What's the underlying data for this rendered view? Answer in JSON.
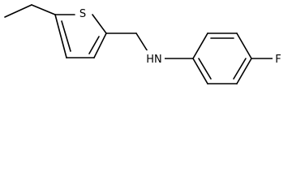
{
  "structure": {
    "atoms": {
      "sulfur": "S",
      "amine": "HN",
      "fluorine": "F"
    }
  },
  "colors": {
    "bond": "#000000",
    "label": "#000000",
    "background": "#ffffff"
  }
}
